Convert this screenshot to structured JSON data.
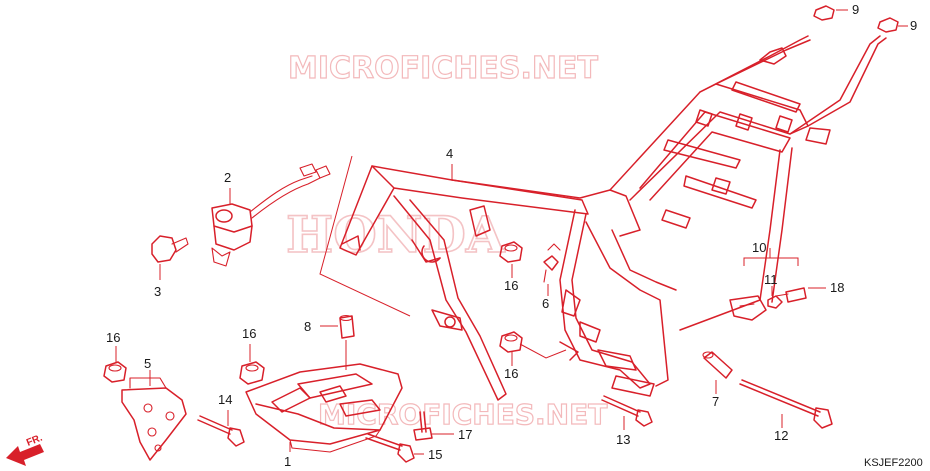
{
  "diagram": {
    "code": "KSJEF2200",
    "watermark_top": "MICROFICHES.NET",
    "watermark_center": "HONDA",
    "watermark_bottom": "MICROFICHES.NET",
    "direction_label": "FR.",
    "accent_color": "#d8202a",
    "callouts": [
      {
        "id": "c1",
        "label": "1"
      },
      {
        "id": "c2",
        "label": "2"
      },
      {
        "id": "c3",
        "label": "3"
      },
      {
        "id": "c4",
        "label": "4"
      },
      {
        "id": "c5",
        "label": "5"
      },
      {
        "id": "c6",
        "label": "6"
      },
      {
        "id": "c7",
        "label": "7"
      },
      {
        "id": "c8",
        "label": "8"
      },
      {
        "id": "c9a",
        "label": "9"
      },
      {
        "id": "c9b",
        "label": "9"
      },
      {
        "id": "c10",
        "label": "10"
      },
      {
        "id": "c11",
        "label": "11"
      },
      {
        "id": "c12",
        "label": "12"
      },
      {
        "id": "c13",
        "label": "13"
      },
      {
        "id": "c14",
        "label": "14"
      },
      {
        "id": "c15",
        "label": "15"
      },
      {
        "id": "c16a",
        "label": "16"
      },
      {
        "id": "c16b",
        "label": "16"
      },
      {
        "id": "c16c",
        "label": "16"
      },
      {
        "id": "c16d",
        "label": "16"
      },
      {
        "id": "c17",
        "label": "17"
      },
      {
        "id": "c18",
        "label": "18"
      }
    ]
  }
}
